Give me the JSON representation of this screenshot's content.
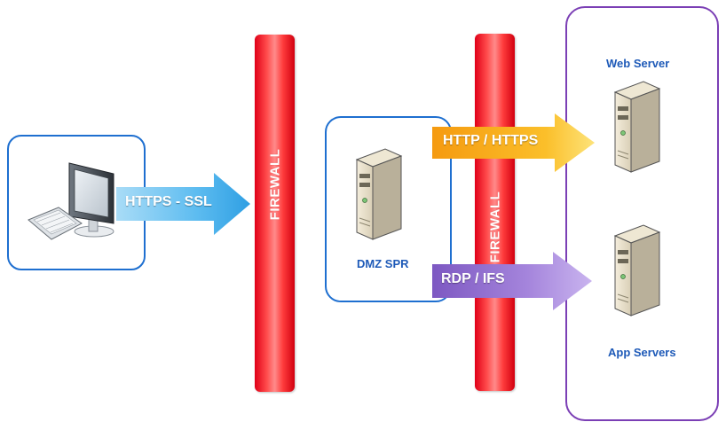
{
  "diagram": {
    "firewall_label": "FIREWALL",
    "arrows": {
      "https_ssl": "HTTPS - SSL",
      "http_https": "HTTP / HTTPS",
      "rdp_ifs": "RDP / IFS"
    },
    "captions": {
      "dmz": "DMZ SPR",
      "web_server": "Web Server",
      "app_servers": "App Servers"
    },
    "colors": {
      "box_border_blue": "#1e6fd0",
      "box_border_purple": "#7b3fb5",
      "firewall_red": "#e00018",
      "arrow_blue": "#4fb6ef",
      "arrow_orange": "#f9a514",
      "arrow_purple": "#8a66c9",
      "caption_blue": "#1e5ab8"
    },
    "icons": {
      "client": "desktop-computer-icon",
      "server": "server-tower-icon"
    }
  }
}
